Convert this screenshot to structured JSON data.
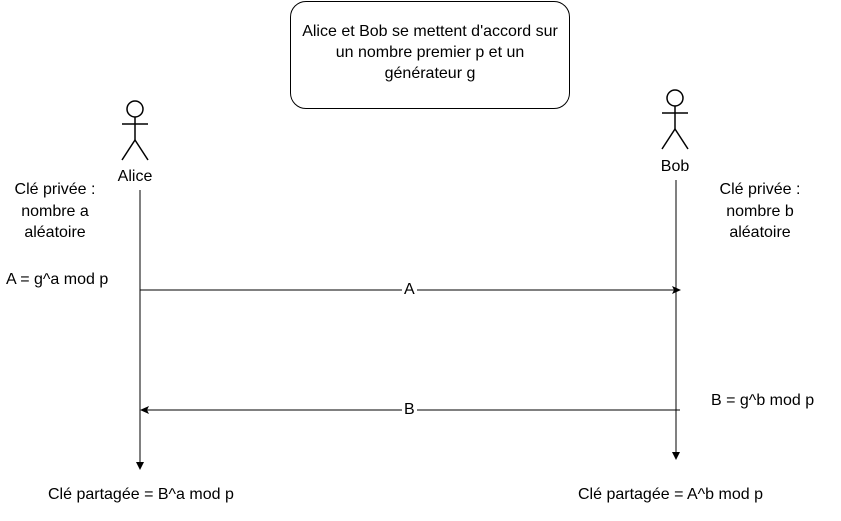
{
  "note": {
    "text": "Alice et Bob se mettent d'accord sur un nombre premier p et un générateur g"
  },
  "actors": {
    "alice": {
      "name": "Alice"
    },
    "bob": {
      "name": "Bob"
    }
  },
  "alice": {
    "private_key_line1": "Clé privée :",
    "private_key_line2": "nombre a",
    "private_key_line3": "aléatoire",
    "public_value": "A = g^a mod p",
    "shared_key": "Clé partagée = B^a mod p"
  },
  "bob": {
    "private_key_line1": "Clé privée :",
    "private_key_line2": "nombre b",
    "private_key_line3": "aléatoire",
    "public_value": "B = g^b mod p",
    "shared_key": "Clé partagée = A^b mod p"
  },
  "messages": {
    "to_bob": "A",
    "to_alice": "B"
  },
  "colors": {
    "stroke": "#000000",
    "background": "#ffffff"
  }
}
